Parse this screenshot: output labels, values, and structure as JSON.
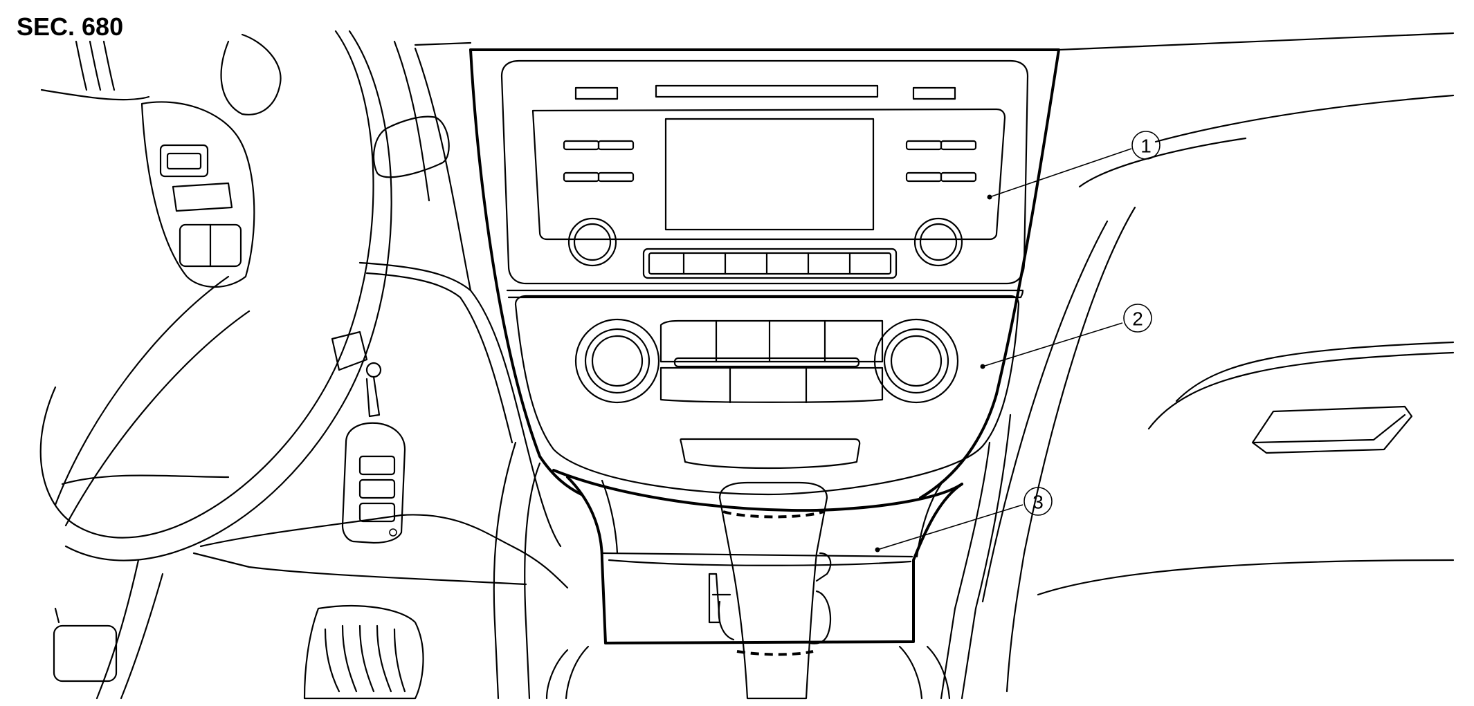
{
  "section": {
    "label": "SEC. 680"
  },
  "callouts": [
    {
      "number": "1"
    },
    {
      "number": "2"
    },
    {
      "number": "3"
    }
  ]
}
